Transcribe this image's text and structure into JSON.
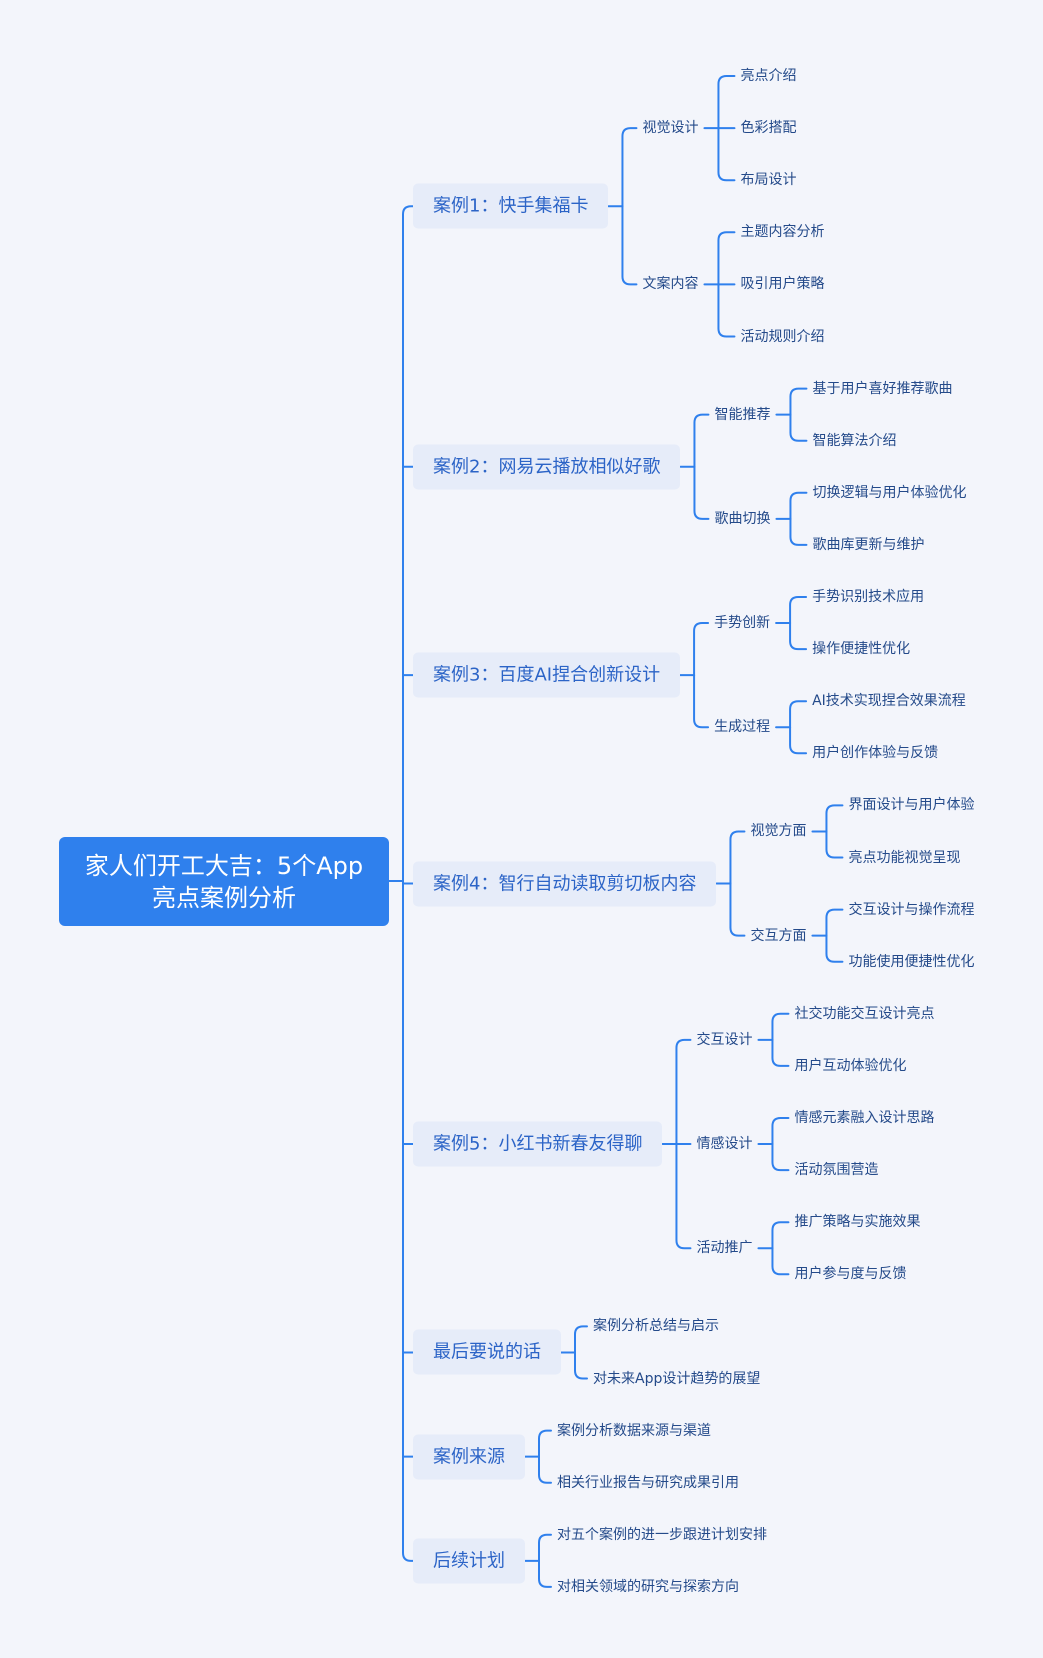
{
  "root": {
    "line1": "家人们开工大吉：5个App",
    "line2": "亮点案例分析"
  },
  "colors": {
    "background": "#f3f5fb",
    "root_fill": "#2f80ed",
    "branch_fill": "#e6ecf9",
    "branch_text": "#2c64c7",
    "line": "#2f80ed"
  },
  "branches": [
    {
      "label": "案例1：快手集福卡",
      "groups": [
        {
          "label": "视觉设计",
          "items": [
            "亮点介绍",
            "色彩搭配",
            "布局设计"
          ]
        },
        {
          "label": "文案内容",
          "items": [
            "主题内容分析",
            "吸引用户策略",
            "活动规则介绍"
          ]
        }
      ]
    },
    {
      "label": "案例2：网易云播放相似好歌",
      "groups": [
        {
          "label": "智能推荐",
          "items": [
            "基于用户喜好推荐歌曲",
            "智能算法介绍"
          ]
        },
        {
          "label": "歌曲切换",
          "items": [
            "切换逻辑与用户体验优化",
            "歌曲库更新与维护"
          ]
        }
      ]
    },
    {
      "label": "案例3：百度AI捏合创新设计",
      "groups": [
        {
          "label": "手势创新",
          "items": [
            "手势识别技术应用",
            "操作便捷性优化"
          ]
        },
        {
          "label": "生成过程",
          "items": [
            "AI技术实现捏合效果流程",
            "用户创作体验与反馈"
          ]
        }
      ]
    },
    {
      "label": "案例4：智行自动读取剪切板内容",
      "groups": [
        {
          "label": "视觉方面",
          "items": [
            "界面设计与用户体验",
            "亮点功能视觉呈现"
          ]
        },
        {
          "label": "交互方面",
          "items": [
            "交互设计与操作流程",
            "功能使用便捷性优化"
          ]
        }
      ]
    },
    {
      "label": "案例5：小红书新春友得聊",
      "groups": [
        {
          "label": "交互设计",
          "items": [
            "社交功能交互设计亮点",
            "用户互动体验优化"
          ]
        },
        {
          "label": "情感设计",
          "items": [
            "情感元素融入设计思路",
            "活动氛围营造"
          ]
        },
        {
          "label": "活动推广",
          "items": [
            "推广策略与实施效果",
            "用户参与度与反馈"
          ]
        }
      ]
    },
    {
      "label": "最后要说的话",
      "items": [
        "案例分析总结与启示",
        "对未来App设计趋势的展望"
      ]
    },
    {
      "label": "案例来源",
      "items": [
        "案例分析数据来源与渠道",
        "相关行业报告与研究成果引用"
      ]
    },
    {
      "label": "后续计划",
      "items": [
        "对五个案例的进一步跟进计划安排",
        "对相关领域的研究与探索方向"
      ]
    }
  ]
}
